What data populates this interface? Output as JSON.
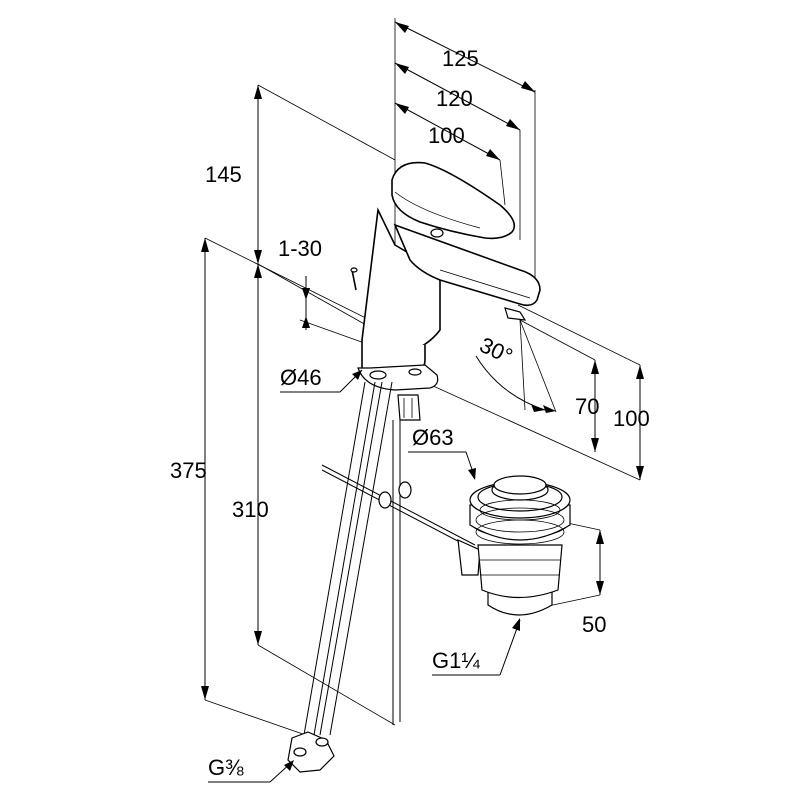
{
  "dimensions": {
    "width_125": "125",
    "width_120": "120",
    "width_100": "100",
    "height_145": "145",
    "range_1_30": "1-30",
    "diameter_46": "Ø46",
    "diameter_63": "Ø63",
    "angle_30": "30°",
    "height_70": "70",
    "height_100": "100",
    "height_375": "375",
    "height_310": "310",
    "height_50": "50",
    "thread_waste": "G1¼",
    "thread_supply": "G⅜"
  },
  "style": {
    "line_color": "#000000",
    "background": "#ffffff"
  }
}
